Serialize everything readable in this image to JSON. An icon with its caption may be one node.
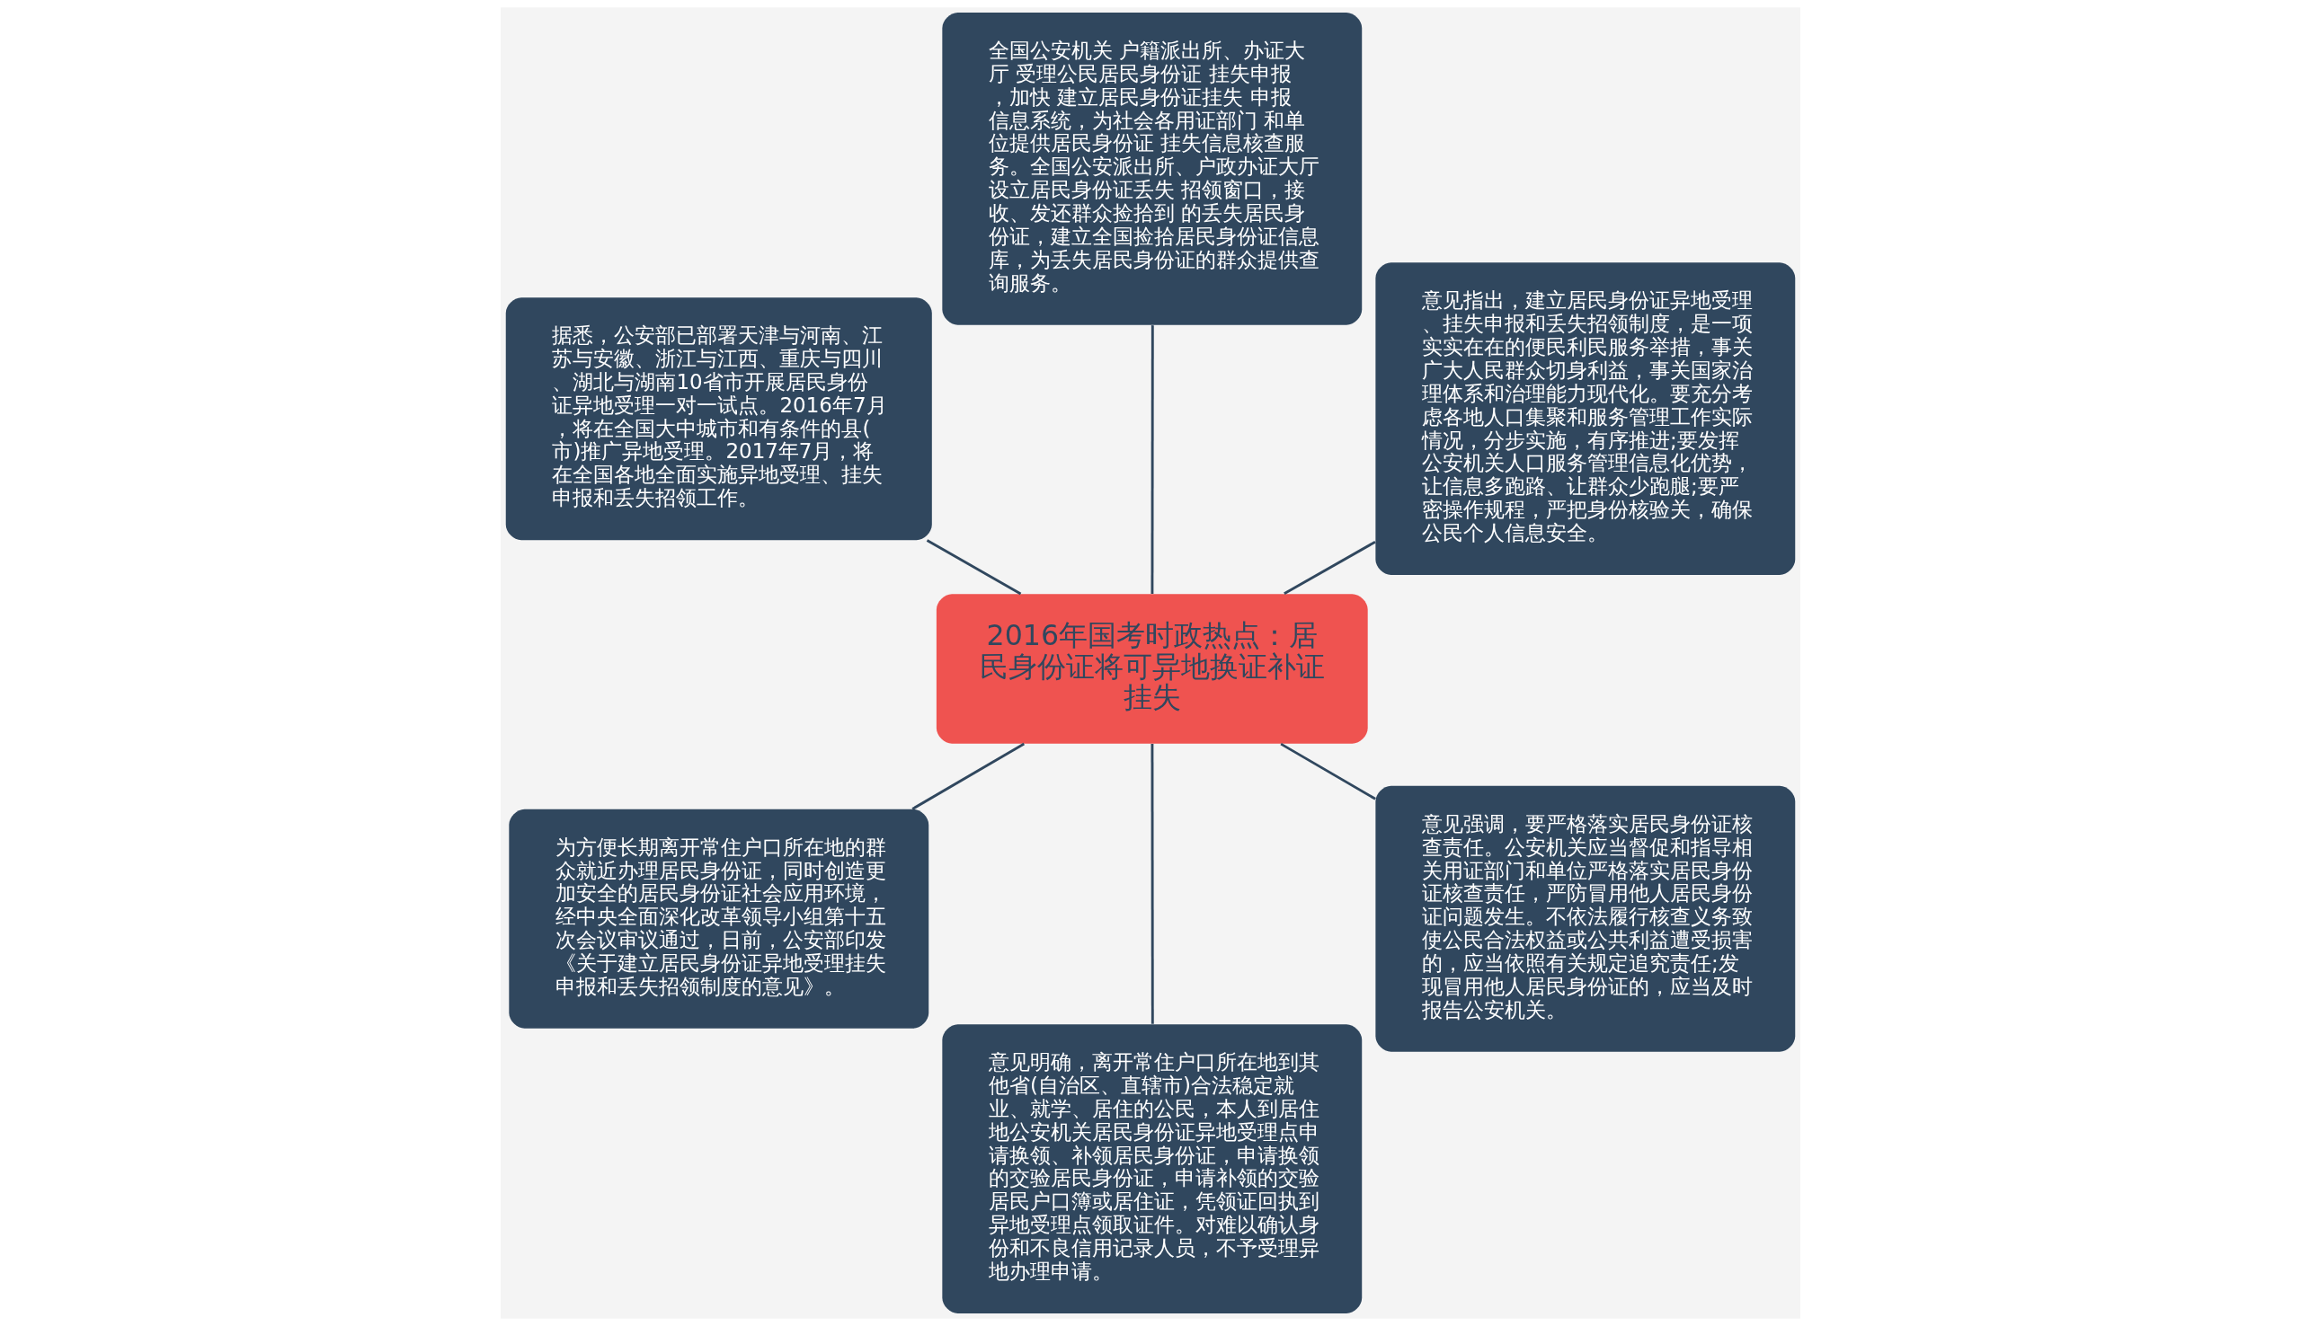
{
  "diagram": {
    "nodes": [
      {
        "text": [
          "2016年国考时政热点：居民身份证将可异地换证补证挂失"
        ]
      },
      {
        "text": [
          "意见指出，建立居民身份证异地受理、挂失申报和丢失招领制度，是一项实实在在的便民利民服务举措，事关广大人民群众切身利益，事关国家治理体系和治理能力现代化。要充分考虑各地人口集聚和服务管理工作实际情况，分步实施，有序推进;要发挥公安机关人口服务管理信息化优势，让信息多跑路、让群众少跑腿;要严密操作规程，严把身份核验关，确保公民个人信息安全。"
        ]
      },
      {
        "text": [
          "全国公安机关 户籍派出所、办证大厅 受理公民居民身份证 挂失申报，加快 建立居民身份证挂失 申报信息系统，为社会各用证部门 和单位提供居民身份证 挂失信息核查服务。全国公安派出所、户政办证大厅设立居民身份证丢失 招领窗口，接收、发还群众捡拾到 的丢失居民身份证，建立全国捡拾居民身份证信息库，为丢失居民身份证的群众提供查询服务。"
        ]
      },
      {
        "text": [
          "据悉，公安部已部署天津与河南、江苏与安徽、浙江与江西、重庆与四川、湖北与湖南10省市开展居民身份证异地受理一对一试点。2016年7月，将在全国大中城市和有条件的县(市)推广异地受理。2017年7月，将在全国各地全面实施异地受理、挂失申报和丢失招领工作。"
        ]
      },
      {
        "text": [
          "为方便长期离开常住户口所在地的群众就近办理居民身份证，同时创造更加安全的居民身份证社会应用环境，经中央全面深化改革领导小组第十五次会议审议通过，日前，公安部印发《关于建立居民身份证异地受理挂失申报和丢失招领制度的意见》。"
        ]
      },
      {
        "text": [
          "意见明确，离开常住户口所在地到其他省(自治区、直辖市)合法稳定就业、就学、居住的公民，本人到居住地公安机关居民身份证异地受理点申请换领、补领居民身份证，申请换领的交验居民身份证，申请补领的交验居民户口簿或居住证，凭领证回执到异地受理点领取证件。对难以确认身份和不良信用记录人员，不予受理异地办理申请。"
        ]
      },
      {
        "text": [
          "意见强调，要严格落实居民身份证核查责任。公安机关应当督促和指导相关用证部门和单位严格落实居民身份证核查责任，严防冒用他人居民身份证问题发生。不依法履行核查义务致使公民合法权益或公共利益遭受损害的，应当依照有关规定追究责任;发现冒用他人居民身份证的，应当及时报告公安机关。"
        ]
      }
    ],
    "edges": [
      {
        "from": 0,
        "to": 1,
        "arrow": "none"
      },
      {
        "from": 0,
        "to": 2,
        "arrow": "none"
      },
      {
        "from": 0,
        "to": 3,
        "arrow": "none"
      },
      {
        "from": 0,
        "to": 4,
        "arrow": "none"
      },
      {
        "from": 0,
        "to": 5,
        "arrow": "none"
      },
      {
        "from": 0,
        "to": 6,
        "arrow": "none"
      }
    ]
  }
}
